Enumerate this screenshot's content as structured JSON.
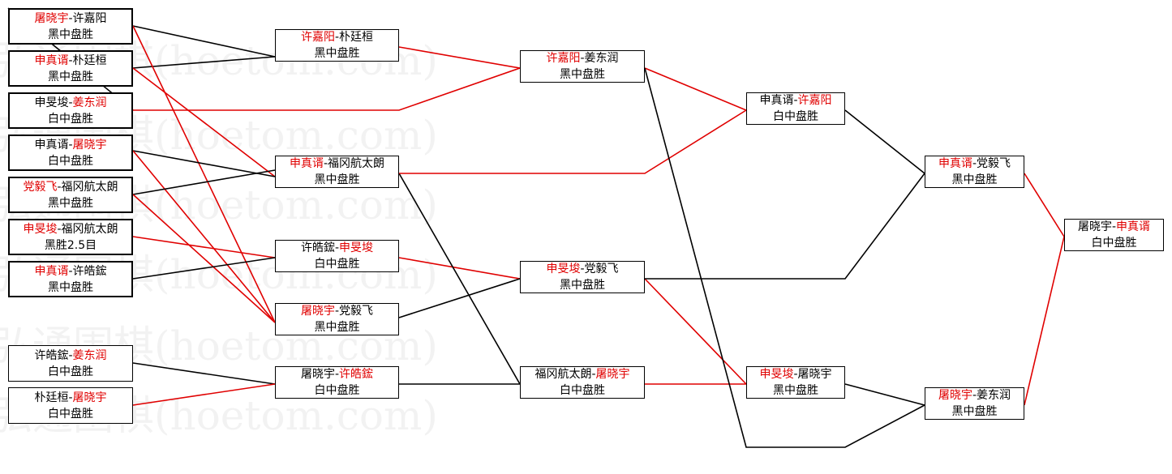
{
  "colors": {
    "winner": "#e00000",
    "line_red": "#e00000",
    "line_black": "#000000",
    "watermark": "rgba(0,0,0,0.05)"
  },
  "watermark_text": "弘通围棋(hoetom.com)",
  "round1": [
    {
      "p1": "屠晓宇",
      "p2": "许嘉阳",
      "winner": 1,
      "result": "黑中盘胜"
    },
    {
      "p1": "申真谞",
      "p2": "朴廷桓",
      "winner": 1,
      "result": "黑中盘胜"
    },
    {
      "p1": "申旻埈",
      "p2": "姜东润",
      "winner": 2,
      "result": "白中盘胜"
    },
    {
      "p1": "申真谞",
      "p2": "屠晓宇",
      "winner": 2,
      "result": "白中盘胜"
    },
    {
      "p1": "党毅飞",
      "p2": "福冈航太朗",
      "winner": 1,
      "result": "黑中盘胜"
    },
    {
      "p1": "申旻埈",
      "p2": "福冈航太朗",
      "winner": 1,
      "result": "黑胜2.5目"
    },
    {
      "p1": "申真谞",
      "p2": "许皓鋐",
      "winner": 1,
      "result": "黑中盘胜"
    },
    {
      "p1": "许皓鋐",
      "p2": "姜东润",
      "winner": 2,
      "result": "白中盘胜"
    },
    {
      "p1": "朴廷桓",
      "p2": "屠晓宇",
      "winner": 2,
      "result": "白中盘胜"
    }
  ],
  "round2": [
    {
      "p1": "许嘉阳",
      "p2": "朴廷桓",
      "winner": 1,
      "result": "黑中盘胜"
    },
    {
      "p1": "申真谞",
      "p2": "福冈航太朗",
      "winner": 1,
      "result": "黑中盘胜"
    },
    {
      "p1": "许皓鋐",
      "p2": "申旻埈",
      "winner": 2,
      "result": "白中盘胜"
    },
    {
      "p1": "屠晓宇",
      "p2": "党毅飞",
      "winner": 1,
      "result": "黑中盘胜"
    },
    {
      "p1": "屠晓宇",
      "p2": "许皓鋐",
      "winner": 2,
      "result": "白中盘胜"
    }
  ],
  "round3": [
    {
      "p1": "许嘉阳",
      "p2": "姜东润",
      "winner": 1,
      "result": "黑中盘胜"
    },
    {
      "p1": "申旻埈",
      "p2": "党毅飞",
      "winner": 1,
      "result": "黑中盘胜"
    },
    {
      "p1": "福冈航太朗",
      "p2": "屠晓宇",
      "winner": 2,
      "result": "白中盘胜"
    }
  ],
  "round4": [
    {
      "p1": "申真谞",
      "p2": "许嘉阳",
      "winner": 2,
      "result": "白中盘胜"
    },
    {
      "p1": "申旻埈",
      "p2": "屠晓宇",
      "winner": 1,
      "result": "黑中盘胜"
    }
  ],
  "round5": [
    {
      "p1": "申真谞",
      "p2": "党毅飞",
      "winner": 1,
      "result": "黑中盘胜"
    },
    {
      "p1": "屠晓宇",
      "p2": "姜东润",
      "winner": 1,
      "result": "黑中盘胜"
    }
  ],
  "final": [
    {
      "p1": "屠晓宇",
      "p2": "申真谞",
      "winner": 2,
      "result": "白中盘胜"
    }
  ]
}
